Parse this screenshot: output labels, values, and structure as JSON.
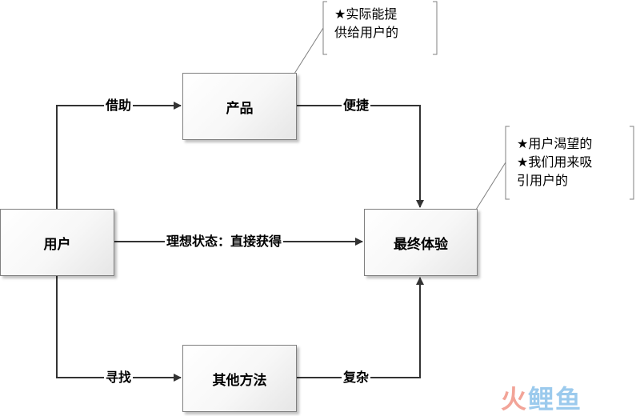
{
  "nodes": {
    "product": "产品",
    "user": "用户",
    "final_experience": "最终体验",
    "other_methods": "其他方法"
  },
  "edges": {
    "borrow": "借助",
    "convenient": "便捷",
    "ideal_state": "理想状态：直接获得",
    "search": "寻找",
    "complex": "复杂"
  },
  "notes": {
    "product": [
      "★实际能提",
      "供给用户的"
    ],
    "final_experience": [
      "★用户渴望的",
      "★我们用来吸",
      "引用户的"
    ]
  },
  "watermark": {
    "part1": "火",
    "part2": "鲤鱼"
  },
  "colors": {
    "line": "#333333",
    "box_border": "#7f7f7f",
    "bracket": "#7f7f7f"
  }
}
